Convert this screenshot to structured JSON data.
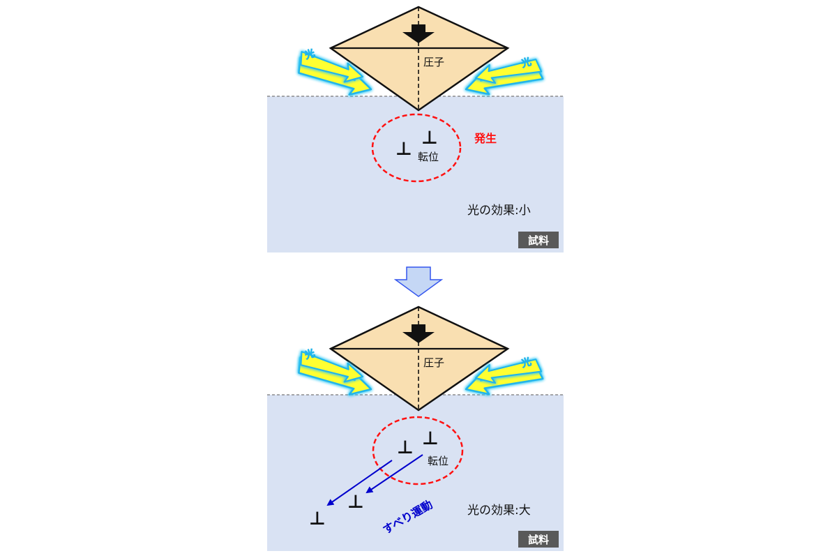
{
  "colors": {
    "sample_fill": "#d9e2f3",
    "indenter_fill": "#f9dfb1",
    "light_fill": "#ffff33",
    "light_glow": "#33c8f5",
    "red_dash": "#ff1111",
    "slip_blue": "#0000cc",
    "tag_bg": "#595959",
    "down_arrow_fill": "#c5d7f5",
    "down_arrow_stroke": "#3355ee"
  },
  "panels": [
    {
      "indenter_label": "圧子",
      "light_left": "光",
      "light_right": "光",
      "dislocation_label": "転位",
      "generation_label": "発生",
      "effect_label": "光の効果:小",
      "sample_tag": "試料"
    },
    {
      "indenter_label": "圧子",
      "light_left": "光",
      "light_right": "光",
      "dislocation_label": "転位",
      "slip_label": "すべり運動",
      "effect_label": "光の効果:大",
      "sample_tag": "試料"
    }
  ],
  "dislocation_symbol": "⊥"
}
